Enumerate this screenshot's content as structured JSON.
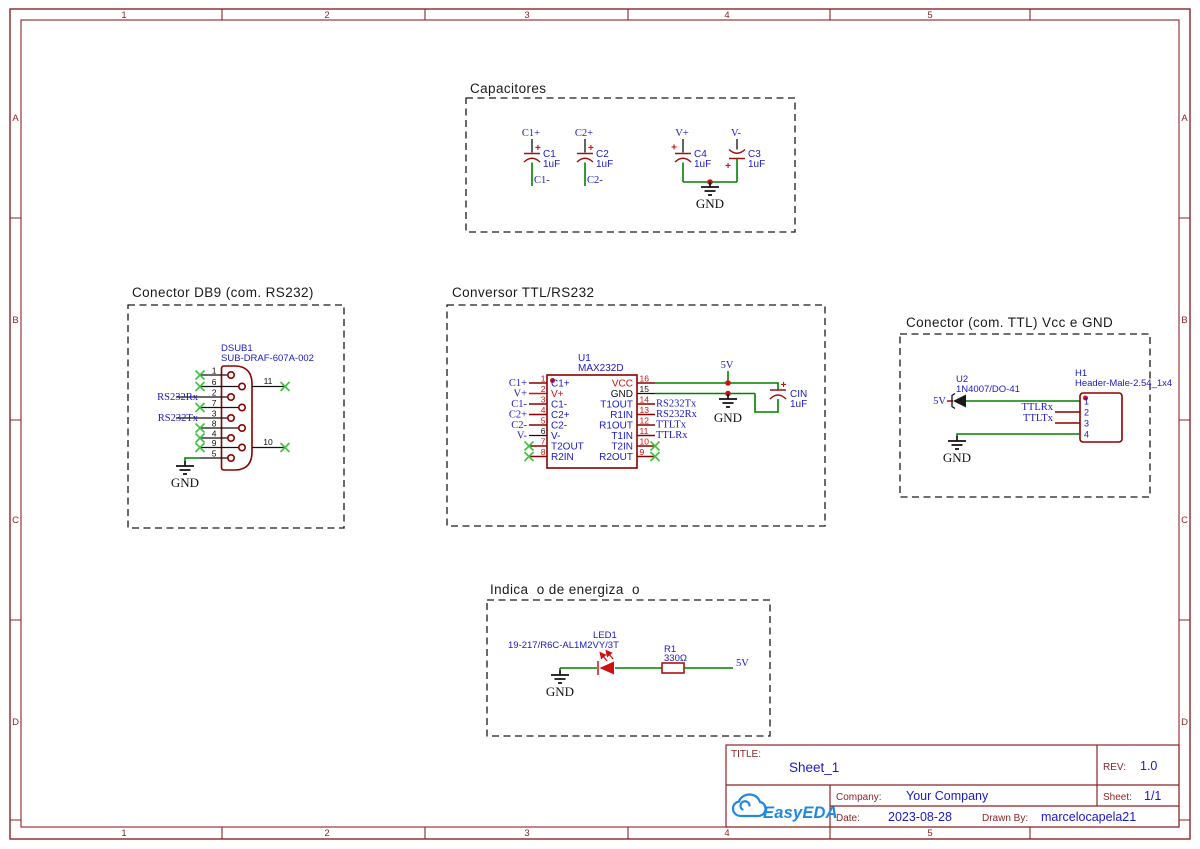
{
  "sym": {
    "plus": "+"
  },
  "frame": {
    "columns": [
      "1",
      "2",
      "3",
      "4",
      "5"
    ],
    "rows": [
      "A",
      "B",
      "C",
      "D"
    ]
  },
  "capacitors": {
    "title": "Capacitores",
    "caps": [
      {
        "ref": "C1",
        "value": "1uF",
        "net_top": "C1+",
        "net_bottom": "C1-"
      },
      {
        "ref": "C2",
        "value": "1uF",
        "net_top": "C2+",
        "net_bottom": "C2-"
      },
      {
        "ref": "C4",
        "value": "1uF",
        "net_top": "V+"
      },
      {
        "ref": "C3",
        "value": "1uF",
        "net_top": "V-"
      }
    ],
    "gnd": "GND"
  },
  "db9": {
    "title": "Conector DB9 (com. RS232)",
    "ref": "DSUB1",
    "part": "SUB-DRAF-607A-002",
    "left_pins": [
      "1",
      "6",
      "2",
      "7",
      "3",
      "8",
      "4",
      "9",
      "5"
    ],
    "right_pins": [
      "11",
      "10"
    ],
    "net_rx": "RS232Rx",
    "net_tx": "RS232Tx",
    "gnd": "GND"
  },
  "converter": {
    "title": "Conversor TTL/RS232",
    "ref": "U1",
    "part": "MAX232D",
    "left_pins": [
      {
        "num": "1",
        "name": "C1+",
        "net": "C1+"
      },
      {
        "num": "2",
        "name": "V+",
        "net": "V+"
      },
      {
        "num": "3",
        "name": "C1-",
        "net": "C1-"
      },
      {
        "num": "4",
        "name": "C2+",
        "net": "C2+"
      },
      {
        "num": "5",
        "name": "C2-",
        "net": "C2-"
      },
      {
        "num": "6",
        "name": "V-",
        "net": "V-"
      },
      {
        "num": "7",
        "name": "T2OUT"
      },
      {
        "num": "8",
        "name": "R2IN"
      }
    ],
    "right_pins": [
      {
        "num": "16",
        "name": "VCC"
      },
      {
        "num": "15",
        "name": "GND"
      },
      {
        "num": "14",
        "name": "T1OUT",
        "net": "RS232Tx"
      },
      {
        "num": "13",
        "name": "R1IN",
        "net": "RS232Rx"
      },
      {
        "num": "12",
        "name": "R1OUT",
        "net": "TTLTx"
      },
      {
        "num": "11",
        "name": "T1IN",
        "net": "TTLRx"
      },
      {
        "num": "10",
        "name": "T2IN"
      },
      {
        "num": "9",
        "name": "R2OUT"
      }
    ],
    "power": "5V",
    "gnd": "GND",
    "cap_ref": "CIN",
    "cap_value": "1uF"
  },
  "ttl": {
    "title": "Conector (com. TTL) Vcc e GND",
    "diode_ref": "U2",
    "diode_part": "1N4007/DO-41",
    "header_ref": "H1",
    "header_part": "Header-Male-2.54_1x4",
    "pins": [
      "1",
      "2",
      "3",
      "4"
    ],
    "power": "5V",
    "net_rx": "TTLRx",
    "net_tx": "TTLTx",
    "gnd": "GND"
  },
  "led": {
    "title": "Indica  o de energiza  o",
    "ref": "LED1",
    "part": "19-217/R6C-AL1M2VY/3T",
    "res_ref": "R1",
    "res_value": "330Ω",
    "power": "5V",
    "gnd": "GND"
  },
  "title_block": {
    "title_label": "TITLE:",
    "title": "Sheet_1",
    "rev_label": "REV:",
    "rev": "1.0",
    "company_label": "Company:",
    "company": "Your Company",
    "sheet_label": "Sheet:",
    "sheet": "1/1",
    "date_label": "Date:",
    "date": "2023-08-28",
    "drawn_label": "Drawn By:",
    "drawn_by": "marcelocapela21",
    "logo_text": "EasyEDA"
  },
  "colors": {
    "frame": "#8b2426",
    "symbol": "#8b0000",
    "wire": "#008100",
    "no_connect": "#44c144",
    "net_label": "#1a19c8",
    "pin_number": "#cc1111",
    "junction": "#cc1111",
    "logo": "#2087e2"
  }
}
